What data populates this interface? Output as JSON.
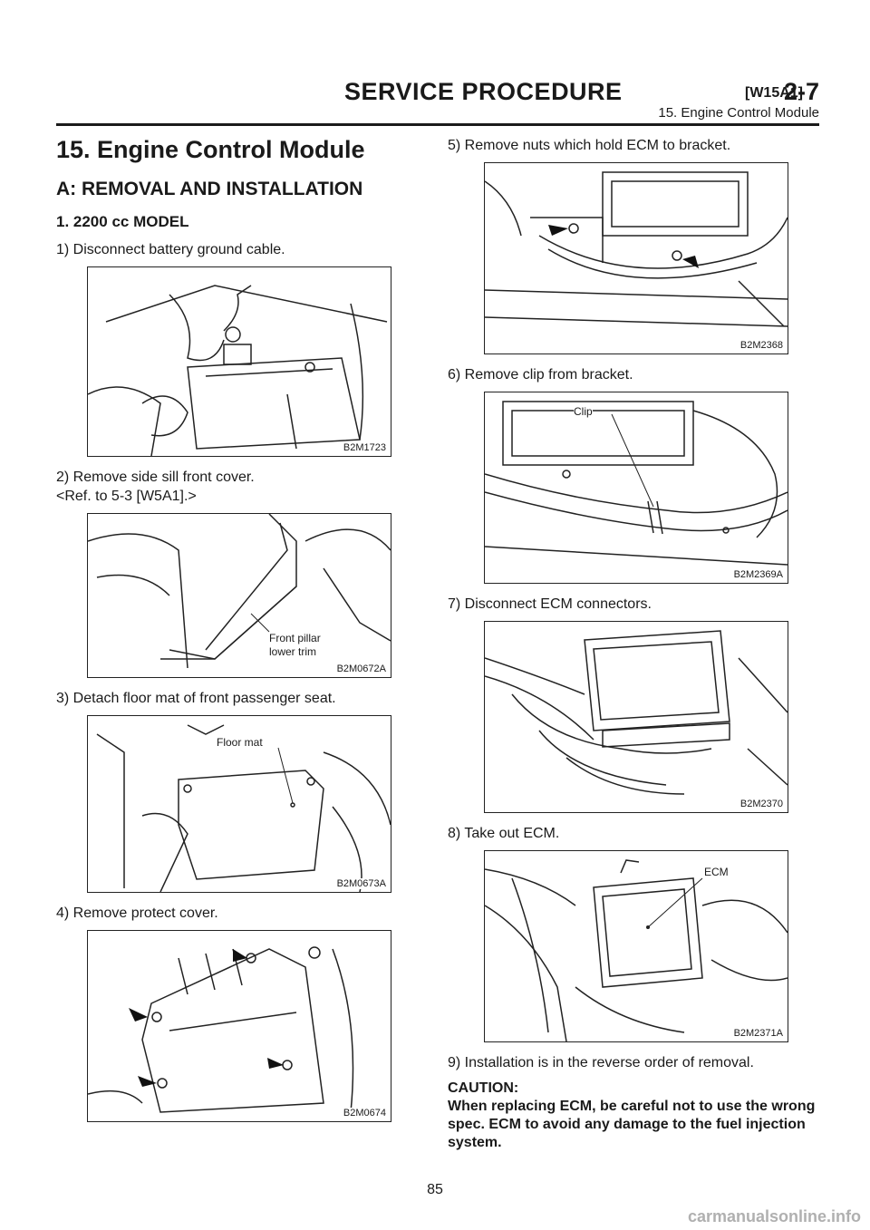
{
  "header": {
    "section": "SERVICE PROCEDURE",
    "code": "[W15A1]",
    "chapter": "2-7",
    "subtitle": "15. Engine Control Module"
  },
  "title": "15. Engine Control Module",
  "subtitle": "A: REMOVAL AND INSTALLATION",
  "model": "1. 2200 cc MODEL",
  "steps": {
    "s1": "1) Disconnect battery ground cable.",
    "s2a": "2) Remove side sill front cover.",
    "s2b": "<Ref. to 5-3 [W5A1].>",
    "s3": "3) Detach floor mat of front passenger seat.",
    "s4": "4) Remove protect cover.",
    "s5": "5) Remove nuts which hold ECM to bracket.",
    "s6": "6) Remove clip from bracket.",
    "s7": "7) Disconnect ECM connectors.",
    "s8": "8) Take out ECM.",
    "s9": "9) Installation is in the reverse order of removal."
  },
  "figures": {
    "f1": {
      "code": "B2M1723"
    },
    "f2": {
      "code": "B2M0672A",
      "label_line1": "Front pillar",
      "label_line2": "lower trim"
    },
    "f3": {
      "code": "B2M0673A",
      "label": "Floor mat"
    },
    "f4": {
      "code": "B2M0674"
    },
    "f5": {
      "code": "B2M2368"
    },
    "f6": {
      "code": "B2M2369A",
      "label": "Clip"
    },
    "f7": {
      "code": "B2M2370"
    },
    "f8": {
      "code": "B2M2371A",
      "label": "ECM"
    }
  },
  "caution": {
    "heading": "CAUTION:",
    "text": "When replacing ECM, be careful not to use the wrong spec. ECM to avoid any damage to the fuel injection system."
  },
  "page_number": "85",
  "footer": "carmanualsonline.info"
}
